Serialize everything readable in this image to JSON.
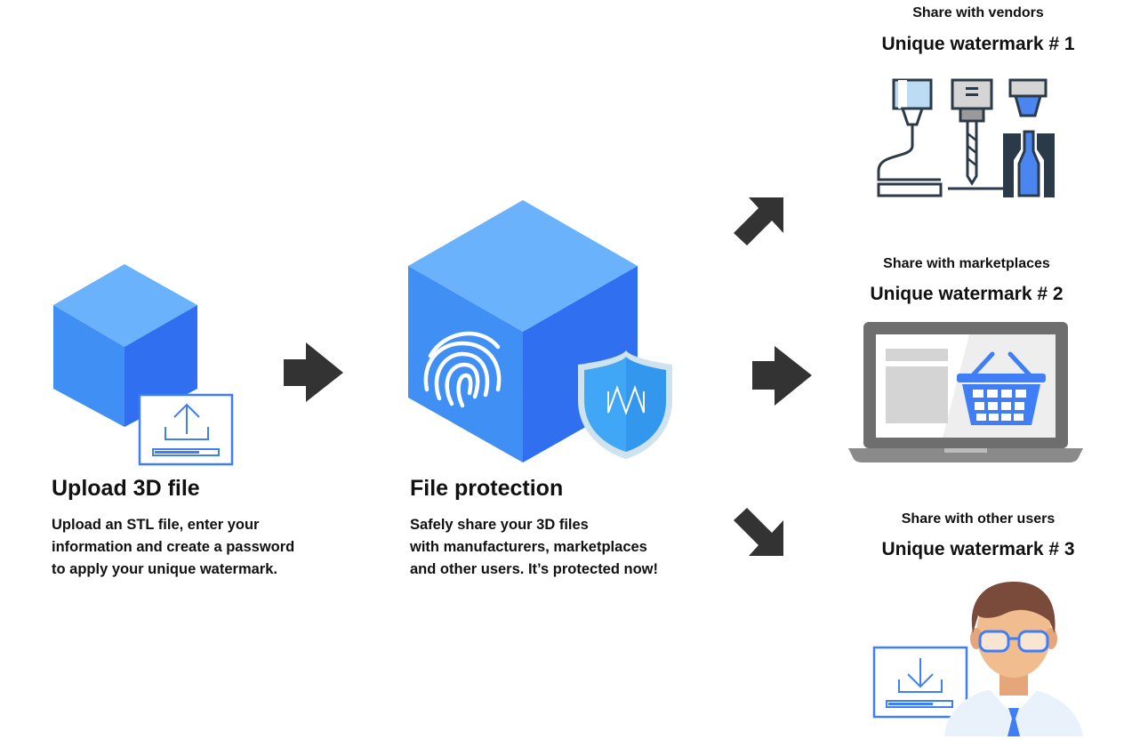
{
  "steps": [
    {
      "title": "Upload 3D file",
      "description_lines": [
        "Upload an STL file, enter your",
        "information and create a password",
        "to apply your unique watermark."
      ]
    },
    {
      "title": "File protection",
      "description_lines": [
        "Safely share your 3D files",
        "with manufacturers, marketplaces",
        "and other users. It’s protected now!"
      ]
    }
  ],
  "destinations": [
    {
      "title": "Share with vendors",
      "watermark": "Unique watermark # 1",
      "icon": "manufacturing-tools-icon"
    },
    {
      "title": "Share with marketplaces",
      "watermark": "Unique watermark # 2",
      "icon": "laptop-basket-icon"
    },
    {
      "title": "Share with other users",
      "watermark": "Unique watermark # 3",
      "icon": "user-download-icon"
    }
  ],
  "colors": {
    "cube_top": "#6ab2fb",
    "cube_left": "#3f8ff5",
    "cube_right": "#2f6ff0",
    "arrow": "#333333",
    "accent": "#3f7ef5"
  }
}
